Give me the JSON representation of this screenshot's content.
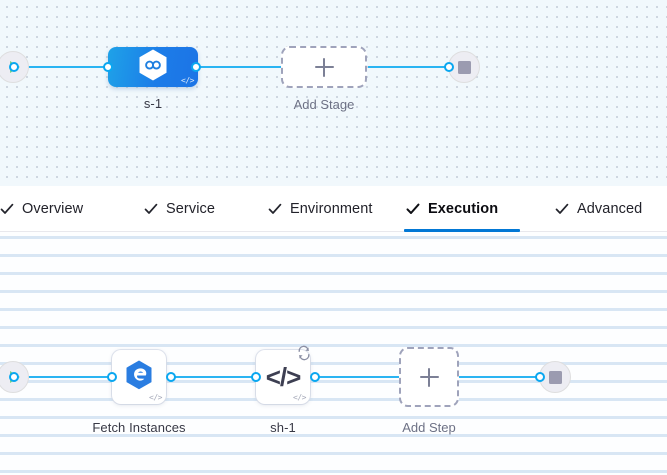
{
  "stage_canvas": {
    "name": "pipeline-stage-canvas",
    "background_color": "#f1f8fc",
    "start_node": {
      "icon": "play-icon",
      "label": ""
    },
    "end_node": {
      "icon": "stop-icon",
      "label": ""
    },
    "stages": [
      {
        "label": "s-1",
        "icon": "harness-infinity-hexagon-icon",
        "corner_icon": "code-icon",
        "corner_text": "</>",
        "selected": true,
        "color": "#1c7ce8"
      }
    ],
    "add_stage": {
      "label": "Add Stage",
      "icon": "plus-icon"
    }
  },
  "tabs": {
    "name": "stage-config-tabs",
    "active_index": 3,
    "accent_color": "#0278d5",
    "items": [
      {
        "label": "Overview",
        "check_icon": "check-icon",
        "active": false
      },
      {
        "label": "Service",
        "check_icon": "check-icon",
        "active": false
      },
      {
        "label": "Environment",
        "check_icon": "check-icon",
        "active": false
      },
      {
        "label": "Execution",
        "check_icon": "check-icon",
        "active": true
      },
      {
        "label": "Advanced",
        "check_icon": "check-icon",
        "active": false
      }
    ]
  },
  "step_canvas": {
    "name": "pipeline-step-canvas",
    "background_color": "#fdfeff",
    "start_node": {
      "icon": "play-icon"
    },
    "end_node": {
      "icon": "stop-icon"
    },
    "steps": [
      {
        "label": "Fetch Instances",
        "icon": "harness-e-hexagon-icon",
        "corner_icon": "code-icon",
        "corner_text": "</>",
        "has_loop_badge": false
      },
      {
        "label": "sh-1",
        "icon": "shell-script-code-icon",
        "icon_text": "</>",
        "corner_icon": "code-icon",
        "corner_text": "</>",
        "has_loop_badge": true,
        "loop_badge_icon": "loop-repeat-icon"
      }
    ],
    "add_step": {
      "label": "Add Step",
      "icon": "plus-icon"
    }
  }
}
